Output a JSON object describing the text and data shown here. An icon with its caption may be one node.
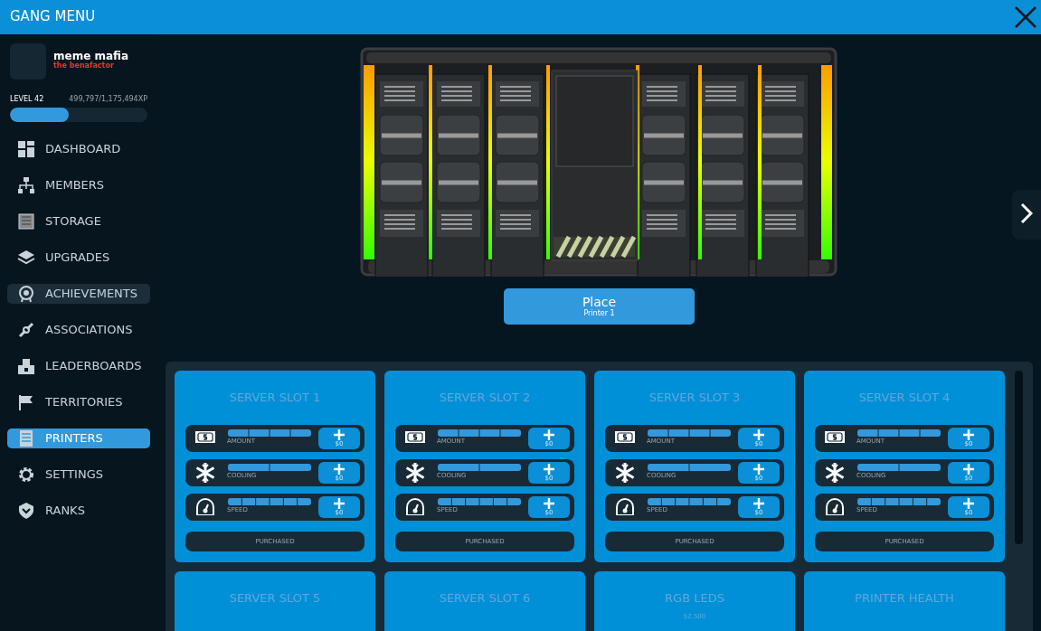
{
  "diagram": {
    "title": "GANG MENU",
    "nodes": [
      {
        "text": [
          "SERVER SLOT 1"
        ]
      },
      {
        "text": [
          "AMOUNT",
          "$0"
        ],
        "in": 0
      },
      {
        "text": [
          "COOLING",
          "$0"
        ],
        "in": 0
      },
      {
        "text": [
          "SPEED",
          "$0"
        ],
        "in": 0
      },
      {
        "text": [
          "PURCHASED"
        ],
        "in": 0
      },
      {
        "text": [
          "SERVER SLOT 2"
        ]
      },
      {
        "text": [
          "AMOUNT",
          "$0"
        ],
        "in": 5
      },
      {
        "text": [
          "COOLING",
          "$0"
        ],
        "in": 5
      },
      {
        "text": [
          "SPEED",
          "$0"
        ],
        "in": 5
      },
      {
        "text": [
          "PURCHASED"
        ],
        "in": 5
      },
      {
        "text": [
          "SERVER SLOT 3"
        ]
      },
      {
        "text": [
          "AMOUNT",
          "$0"
        ],
        "in": 10
      },
      {
        "text": [
          "COOLING",
          "$0"
        ],
        "in": 10
      },
      {
        "text": [
          "SPEED",
          "$0"
        ],
        "in": 10
      },
      {
        "text": [
          "PURCHASED"
        ],
        "in": 10
      },
      {
        "text": [
          "SERVER SLOT 4"
        ]
      },
      {
        "text": [
          "AMOUNT",
          "$0"
        ],
        "in": 15
      },
      {
        "text": [
          "COOLING",
          "$0"
        ],
        "in": 15
      },
      {
        "text": [
          "SPEED",
          "$0"
        ],
        "in": 15
      },
      {
        "text": [
          "PURCHASED"
        ],
        "in": 15
      },
      {
        "text": [
          "SERVER SLOT 5"
        ]
      },
      {
        "text": [
          "SERVER SLOT 6"
        ]
      },
      {
        "text": [
          "RGB LEDS",
          "$2,500"
        ]
      },
      {
        "text": [
          "PRINTER HEALTH"
        ]
      }
    ],
    "labels": [
      "meme mafia",
      "the benafactor",
      "LEVEL 42",
      "499,797/1,175,494XP",
      "DASHBOARD",
      "MEMBERS",
      "STORAGE",
      "UPGRADES",
      "ACHIEVEMENTS",
      "ASSOCIATIONS",
      "LEADERBOARDS",
      "TERRITORIES",
      "PRINTERS",
      "SETTINGS",
      "RANKS",
      "Place",
      "Printer 1"
    ]
  }
}
